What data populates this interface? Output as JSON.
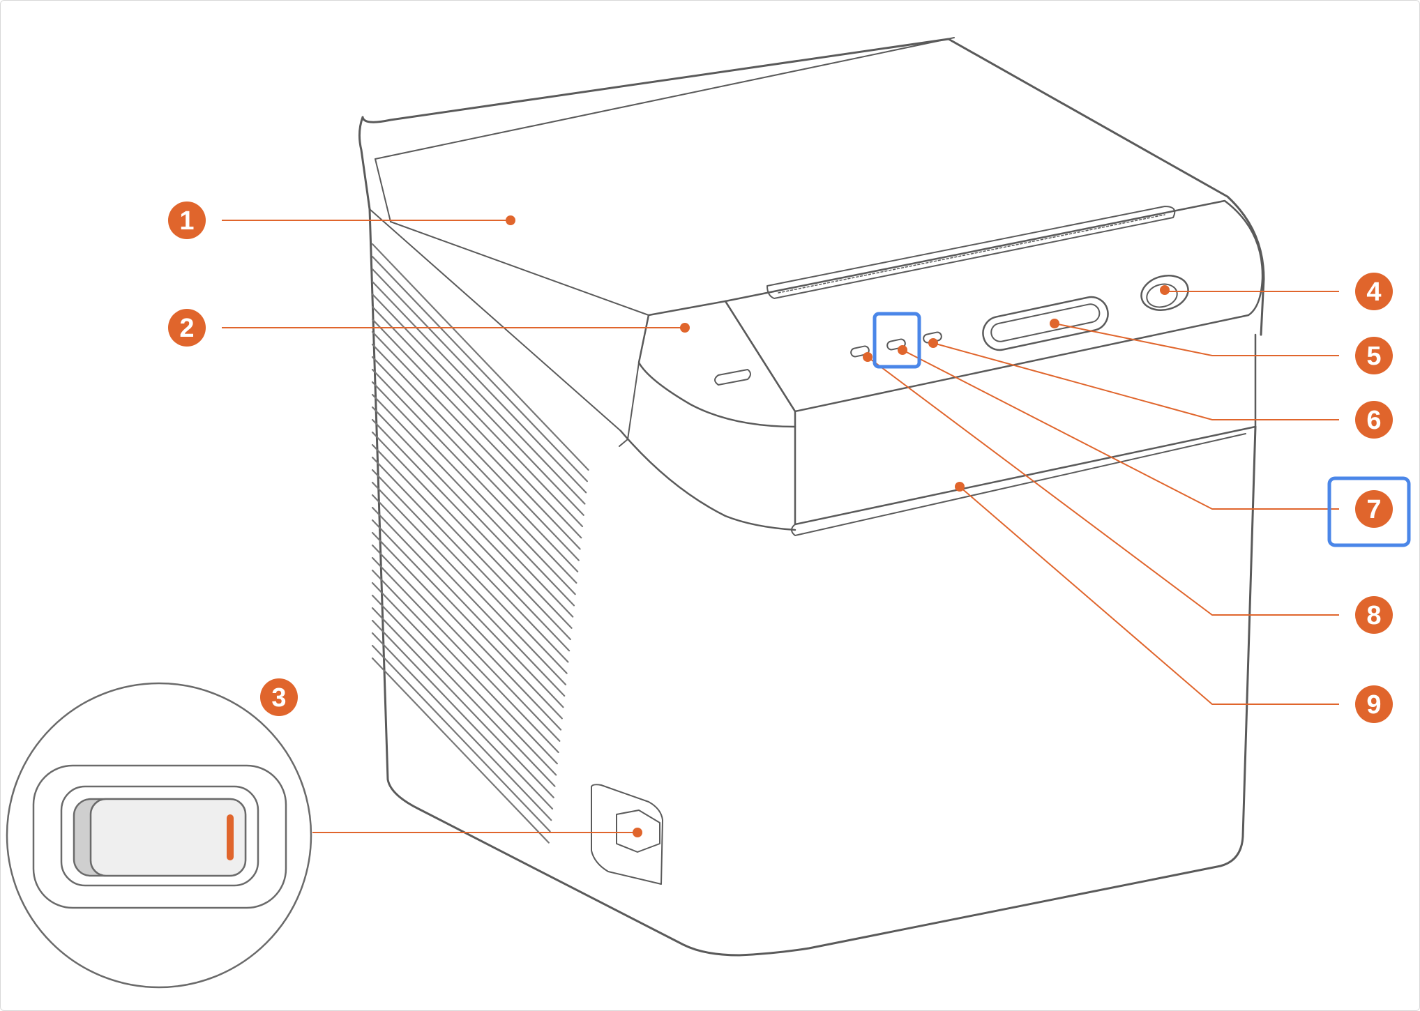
{
  "colors": {
    "accent": "#e0652c",
    "outline": "#5a5a5a",
    "highlight": "#4a86e8"
  },
  "callouts": [
    {
      "id": 1,
      "label": "1"
    },
    {
      "id": 2,
      "label": "2"
    },
    {
      "id": 3,
      "label": "3"
    },
    {
      "id": 4,
      "label": "4"
    },
    {
      "id": 5,
      "label": "5"
    },
    {
      "id": 6,
      "label": "6"
    },
    {
      "id": 7,
      "label": "7",
      "highlighted": true
    },
    {
      "id": 8,
      "label": "8"
    },
    {
      "id": 9,
      "label": "9"
    }
  ]
}
